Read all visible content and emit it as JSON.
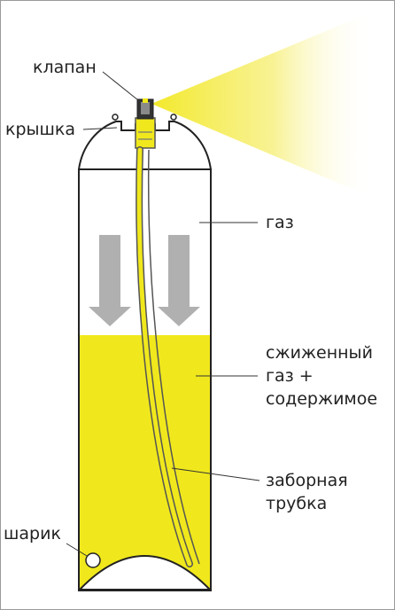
{
  "labels": {
    "valve": "клапан",
    "cap": "крышка",
    "gas": "газ",
    "liquid_line1": "сжиженный",
    "liquid_line2": "газ +",
    "liquid_line3": "содержимое",
    "tube_line1": "заборная",
    "tube_line2": "трубка",
    "ball": "шарик"
  },
  "colors": {
    "liquid": "#f0e81c",
    "spray": "#f3e92a",
    "outline": "#222222",
    "arrow": "#b0b0b0",
    "leader": "#333333",
    "valve_body": "#333333"
  }
}
